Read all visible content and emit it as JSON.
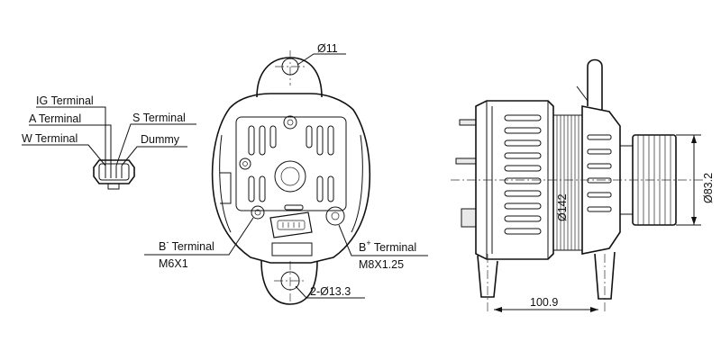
{
  "connector_labels": {
    "ig": "IG Terminal",
    "a": "A Terminal",
    "w": "W Terminal",
    "s": "S Terminal",
    "dummy": "Dummy"
  },
  "front_view_labels": {
    "top_hole": "Ø11",
    "b_minus_name": "B",
    "b_minus_sup": "-",
    "b_minus_word": " Terminal",
    "b_minus_thread": "M6X1",
    "b_plus_name": "B",
    "b_plus_sup": "+",
    "b_plus_word": " Terminal",
    "b_plus_thread": "M8X1.25",
    "mount_holes": "2-Ø13.3"
  },
  "side_view_labels": {
    "body_diameter": "Ø142",
    "pulley_diameter": "Ø83.2",
    "length": "100.9"
  }
}
